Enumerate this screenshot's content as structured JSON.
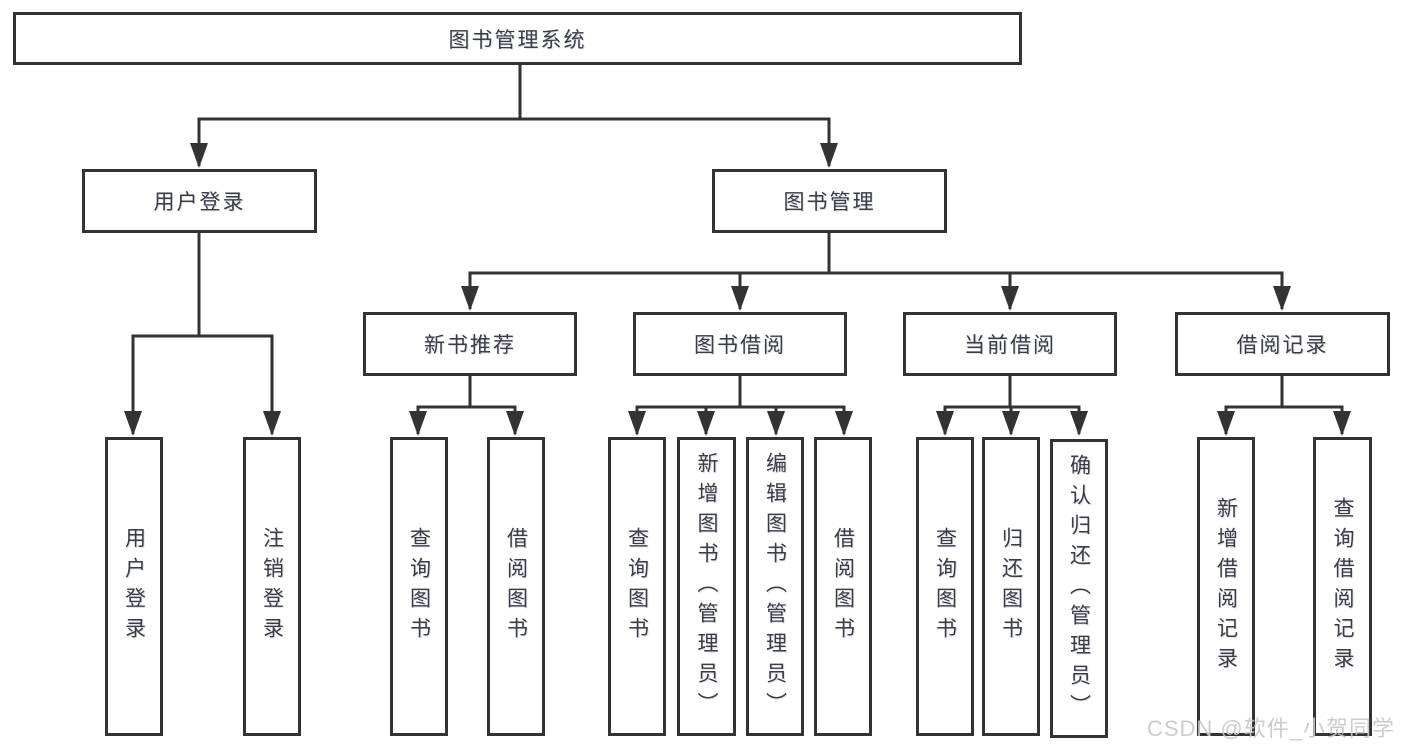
{
  "tree": {
    "label": "图书管理系统",
    "children": [
      {
        "label": "用户登录",
        "children": [
          {
            "label": "用户登录"
          },
          {
            "label": "注销登录"
          }
        ]
      },
      {
        "label": "图书管理",
        "children": [
          {
            "label": "新书推荐",
            "children": [
              {
                "label": "查询图书"
              },
              {
                "label": "借阅图书"
              }
            ]
          },
          {
            "label": "图书借阅",
            "children": [
              {
                "label": "查询图书"
              },
              {
                "label": "新增图书（管理员）"
              },
              {
                "label": "编辑图书（管理员）"
              },
              {
                "label": "借阅图书"
              }
            ]
          },
          {
            "label": "当前借阅",
            "children": [
              {
                "label": "查询图书"
              },
              {
                "label": "归还图书"
              },
              {
                "label": "确认归还（管理员）"
              }
            ]
          },
          {
            "label": "借阅记录",
            "children": [
              {
                "label": "新增借阅记录"
              },
              {
                "label": "查询借阅记录"
              }
            ]
          }
        ]
      }
    ]
  },
  "watermark": {
    "text": "CSDN @软件_小贺同学",
    "color": "#c8c8c8"
  },
  "colors": {
    "line": "#333333",
    "box_border": "#333333",
    "text": "#3c3c41",
    "background": "#ffffff"
  }
}
